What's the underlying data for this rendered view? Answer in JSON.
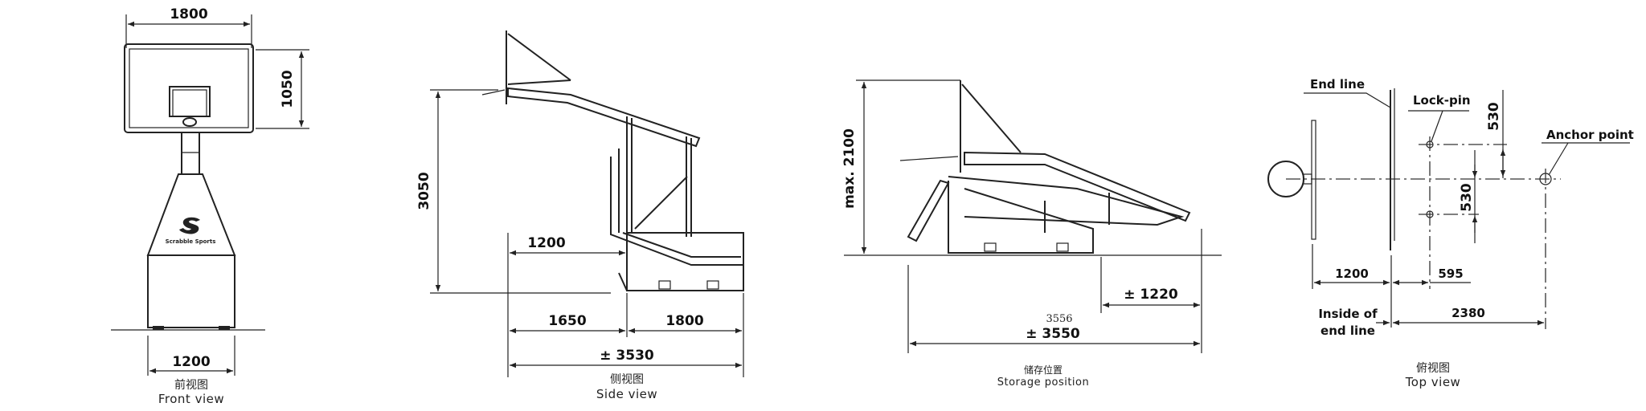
{
  "front_view": {
    "width_top": "1800",
    "height_board": "1050",
    "base_width": "1200",
    "logo_text": "Scrabble Sports",
    "caption_cn": "前视图",
    "caption_en": "Front view"
  },
  "side_view": {
    "height": "3050",
    "offset": "1200",
    "dim_left": "1650",
    "dim_right": "1800",
    "total": "± 3530",
    "caption_cn": "侧视图",
    "caption_en": "Side view"
  },
  "storage_view": {
    "max_height": "max. 2100",
    "dim_right": "± 1220",
    "note": "3556",
    "total": "± 3550",
    "caption_cn": "储存位置",
    "caption_en": "Storage position"
  },
  "top_view": {
    "end_line": "End line",
    "lock_pin": "Lock-pin",
    "anchor_point": "Anchor point",
    "dim_530_top": "530",
    "dim_530_bottom": "530",
    "dim_1200": "1200",
    "dim_595": "595",
    "dim_2380": "2380",
    "inside_line1": "Inside of",
    "inside_line2": "end line",
    "caption_cn": "俯视图",
    "caption_en": "Top view"
  }
}
